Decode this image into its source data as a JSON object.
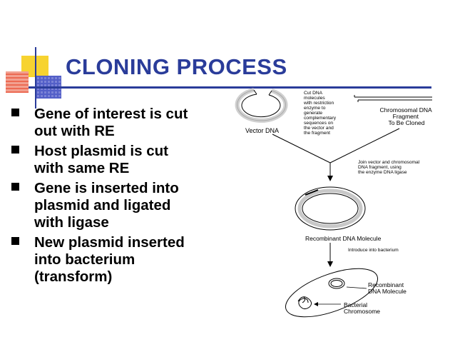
{
  "slide": {
    "title": "CLONING PROCESS",
    "bullets": [
      {
        "line1": "Gene of interest is cut",
        "line2": "out with RE"
      },
      {
        "line1": "Host plasmid is cut",
        "line2": "with same RE"
      },
      {
        "line1": "Gene is inserted into",
        "line2": "plasmid and ligated",
        "line3": "with ligase"
      },
      {
        "line1": "New plasmid inserted",
        "line2": "into bacterium",
        "line3": "(transform)"
      }
    ]
  },
  "diagram": {
    "vector_label": "Vector DNA",
    "cut_note": [
      "Cut DNA",
      "molecules",
      "with restriction",
      "enzyme to",
      "generate",
      "complementary",
      "sequences on",
      "the vector and",
      "the fragment"
    ],
    "chromosomal_label": [
      "Chromosomal DNA",
      "Fragment",
      "To Be Cloned"
    ],
    "join_note": [
      "Join vector and chromosomal",
      "DNA fragment, using",
      "the enzyme DNA ligase"
    ],
    "recombinant_label": "Recombinant DNA Molecule",
    "introduce_note": "Introduce into bacterium",
    "cell_recombinant_label": [
      "Recombinant",
      "DNA Molecule"
    ],
    "cell_chromosome_label": [
      "Bacterial",
      "Chromosome"
    ]
  },
  "colors": {
    "title": "#2a3c9a",
    "deco_yellow": "#f7d330",
    "deco_red": "#e8462a",
    "deco_blue": "#3a48c0"
  }
}
